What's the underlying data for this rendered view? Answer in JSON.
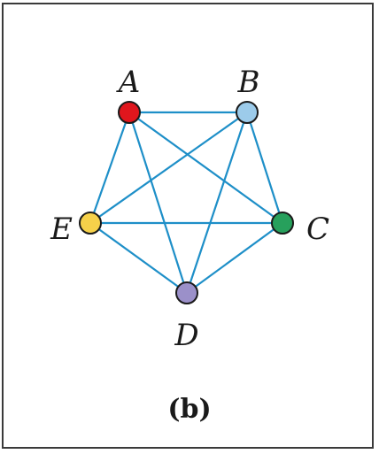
{
  "diagram": {
    "caption": "(b)",
    "edge_color": "#1e8fc8",
    "nodes": [
      {
        "id": "A",
        "label": "A",
        "color": "#e0161d"
      },
      {
        "id": "B",
        "label": "B",
        "color": "#9ccbea"
      },
      {
        "id": "C",
        "label": "C",
        "color": "#27a05c"
      },
      {
        "id": "D",
        "label": "D",
        "color": "#9b90c9"
      },
      {
        "id": "E",
        "label": "E",
        "color": "#f6d14a"
      }
    ],
    "edges": [
      [
        "A",
        "B"
      ],
      [
        "A",
        "C"
      ],
      [
        "A",
        "D"
      ],
      [
        "A",
        "E"
      ],
      [
        "B",
        "C"
      ],
      [
        "B",
        "D"
      ],
      [
        "B",
        "E"
      ],
      [
        "C",
        "D"
      ],
      [
        "C",
        "E"
      ],
      [
        "D",
        "E"
      ]
    ]
  }
}
